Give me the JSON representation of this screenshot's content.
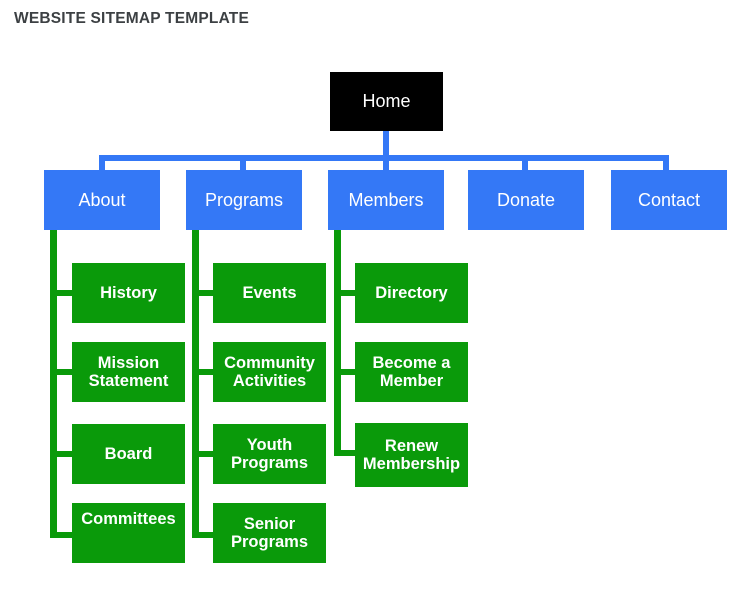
{
  "title": "WEBSITE SITEMAP TEMPLATE",
  "colors": {
    "root": "#000000",
    "level2": "#3478f6",
    "level3": "#0a9a0a",
    "title_text": "#3c4043",
    "node_text": "#ffffff",
    "background": "#ffffff"
  },
  "diagram": {
    "type": "sitemap-tree",
    "root": {
      "label": "Home"
    },
    "level2": [
      {
        "label": "About"
      },
      {
        "label": "Programs"
      },
      {
        "label": "Members"
      },
      {
        "label": "Donate"
      },
      {
        "label": "Contact"
      }
    ],
    "children": {
      "about": [
        {
          "label": "History"
        },
        {
          "label": "Mission Statement"
        },
        {
          "label": "Board"
        },
        {
          "label": "Committees"
        }
      ],
      "programs": [
        {
          "label": "Events"
        },
        {
          "label": "Community Activities"
        },
        {
          "label": "Youth Programs"
        },
        {
          "label": "Senior Programs"
        }
      ],
      "members": [
        {
          "label": "Directory"
        },
        {
          "label": "Become a Member"
        },
        {
          "label": "Renew Membership"
        }
      ],
      "donate": [],
      "contact": []
    }
  }
}
